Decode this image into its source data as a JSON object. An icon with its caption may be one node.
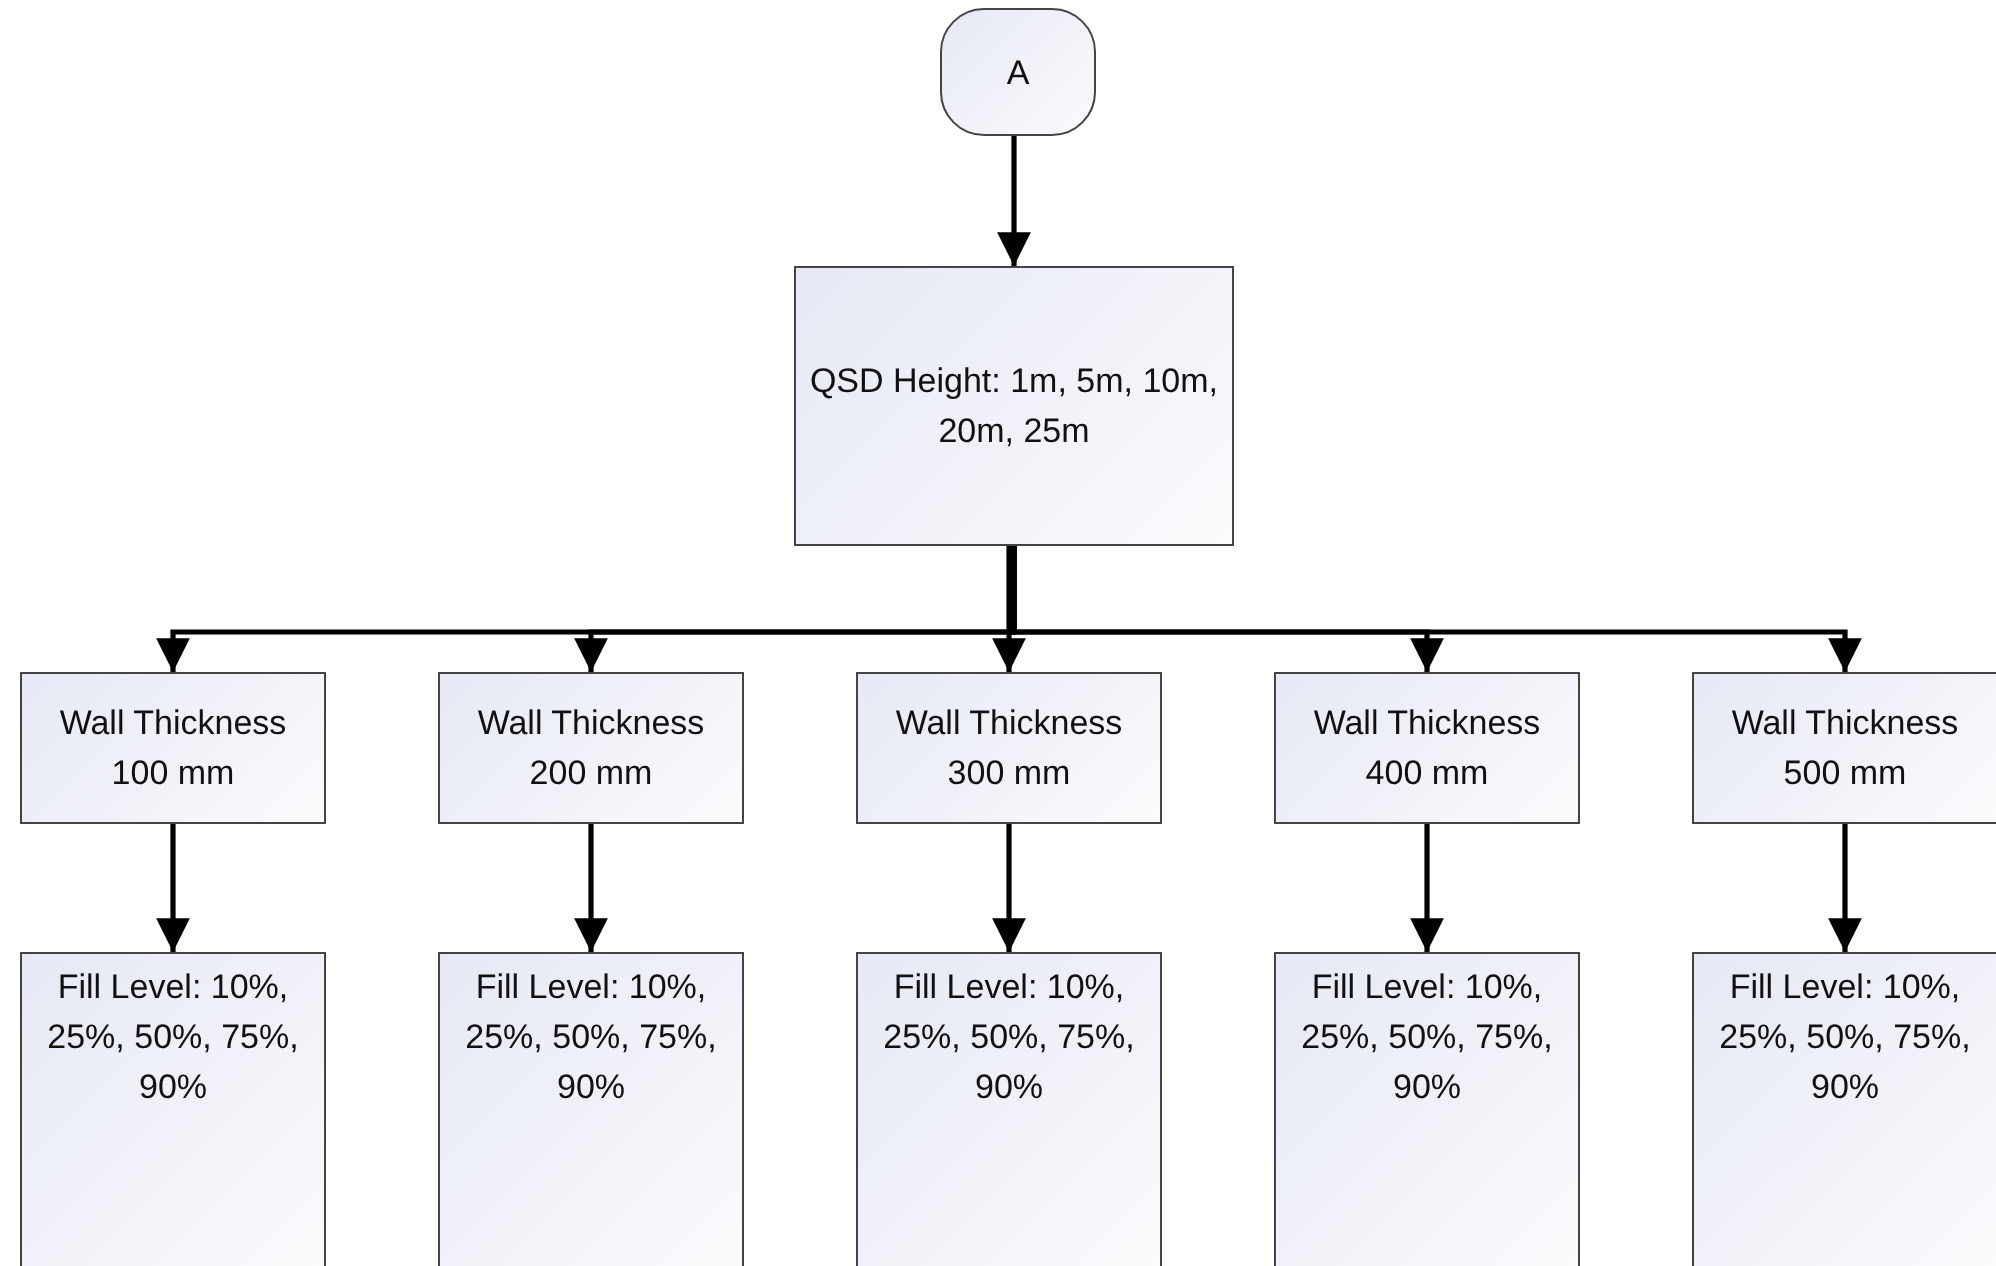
{
  "diagram": {
    "nodes": [
      {
        "text": [
          "A"
        ]
      },
      {
        "text": [
          "QSD Height: 1m, 5m, 10m, 20m, 25m"
        ]
      },
      {
        "text": [
          "Wall Thickness 100 mm"
        ]
      },
      {
        "text": [
          "Wall Thickness 200 mm"
        ]
      },
      {
        "text": [
          "Wall Thickness 300 mm"
        ]
      },
      {
        "text": [
          "Wall Thickness 400  mm"
        ]
      },
      {
        "text": [
          "Wall Thickness 500  mm"
        ]
      },
      {
        "text": [
          "Fill Level: 10%, 25%, 50%, 75%, 90%"
        ]
      },
      {
        "text": [
          "Fill Level: 10%, 25%, 50%, 75%, 90%"
        ]
      },
      {
        "text": [
          "Fill Level: 10%, 25%, 50%, 75%, 90%"
        ]
      },
      {
        "text": [
          "Fill Level: 10%, 25%, 50%, 75%, 90%"
        ]
      },
      {
        "text": [
          "Fill Level: 10%, 25%, 50%, 75%, 90%"
        ]
      }
    ],
    "edges": [
      {
        "from": 0,
        "to": 1,
        "arrow": "to"
      },
      {
        "from": 1,
        "to": 2,
        "arrow": "to"
      },
      {
        "from": 1,
        "to": 3,
        "arrow": "to"
      },
      {
        "from": 1,
        "to": 4,
        "arrow": "to"
      },
      {
        "from": 1,
        "to": 5,
        "arrow": "to"
      },
      {
        "from": 1,
        "to": 6,
        "arrow": "to"
      },
      {
        "from": 2,
        "to": 7,
        "arrow": "to"
      },
      {
        "from": 3,
        "to": 8,
        "arrow": "to"
      },
      {
        "from": 4,
        "to": 9,
        "arrow": "to"
      },
      {
        "from": 5,
        "to": 10,
        "arrow": "to"
      },
      {
        "from": 6,
        "to": 11,
        "arrow": "to"
      }
    ]
  }
}
